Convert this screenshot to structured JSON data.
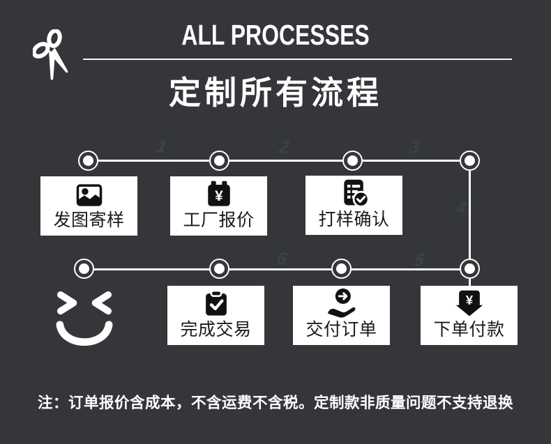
{
  "poster": {
    "title_en": "ALL PROCESSES",
    "title_zh": "定制所有流程",
    "currency_symbol": "¥",
    "steps": [
      {
        "number": "1",
        "label": "发图寄样",
        "icon": "photo-image-icon"
      },
      {
        "number": "2",
        "label": "工厂报价",
        "icon": "price-calendar-icon"
      },
      {
        "number": "3",
        "label": "打样确认",
        "icon": "sample-confirm-list-icon"
      },
      {
        "number": "4",
        "label": "下单付款",
        "icon": "payment-down-arrow-icon"
      },
      {
        "number": "5",
        "label": "交付订单",
        "icon": "hand-delivery-icon"
      },
      {
        "number": "6",
        "label": "完成交易",
        "icon": "clipboard-check-icon"
      }
    ],
    "footnote": "注：订单报价含成本，不含运费不含税。定制款非质量问题不支持退换",
    "colors": {
      "background": "#343639",
      "foreground": "#ffffff",
      "box_background": "#ffffff",
      "box_text": "#1a1a1a",
      "step_number_watermark": "#3f4245"
    }
  }
}
